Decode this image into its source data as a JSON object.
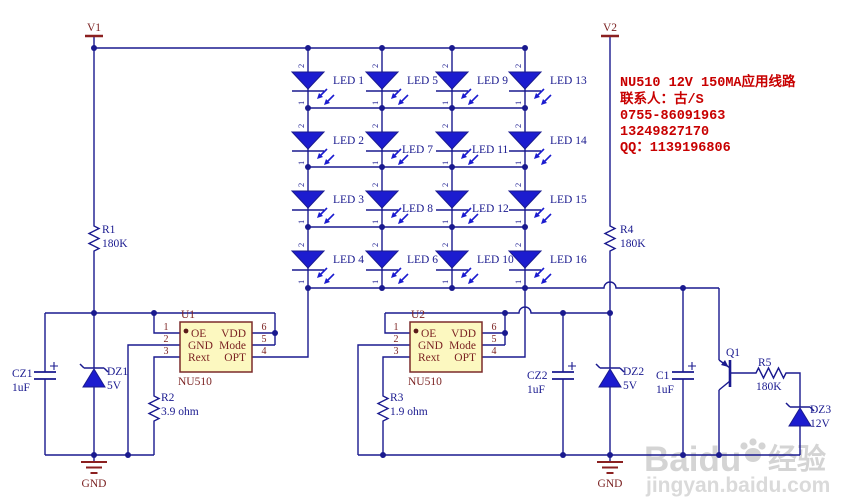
{
  "title_block": {
    "lines": [
      "NU510 12V 150MA应用线路",
      "联系人：古/S",
      "0755-86091963",
      "13249827170",
      "QQ：1139196806"
    ]
  },
  "power": {
    "v1": "V1",
    "v2": "V2"
  },
  "grounds": [
    "GND",
    "GND"
  ],
  "chips": [
    {
      "ref": "U1",
      "part": "NU510",
      "left_pins": [
        {
          "num": "1",
          "name": "OE"
        },
        {
          "num": "2",
          "name": "GND"
        },
        {
          "num": "3",
          "name": "Rext"
        }
      ],
      "right_pins": [
        {
          "num": "6",
          "name": "VDD"
        },
        {
          "num": "5",
          "name": "Mode"
        },
        {
          "num": "4",
          "name": "OPT"
        }
      ]
    },
    {
      "ref": "U2",
      "part": "NU510",
      "left_pins": [
        {
          "num": "1",
          "name": "OE"
        },
        {
          "num": "2",
          "name": "GND"
        },
        {
          "num": "3",
          "name": "Rext"
        }
      ],
      "right_pins": [
        {
          "num": "6",
          "name": "VDD"
        },
        {
          "num": "5",
          "name": "Mode"
        },
        {
          "num": "4",
          "name": "OPT"
        }
      ]
    }
  ],
  "leds": {
    "pin_top": "2",
    "pin_bottom": "1",
    "rows": [
      [
        "LED 1",
        "LED 5",
        "LED 9",
        "LED 13"
      ],
      [
        "LED 2",
        "LED 7",
        "LED 11",
        "LED 14"
      ],
      [
        "LED 3",
        "LED 8",
        "LED 12",
        "LED 15"
      ],
      [
        "LED 4",
        "LED 6",
        "LED 10",
        "LED 16"
      ]
    ]
  },
  "resistors": [
    {
      "ref": "R1",
      "value": "180K"
    },
    {
      "ref": "R2",
      "value": "3.9 ohm"
    },
    {
      "ref": "R3",
      "value": "1.9 ohm"
    },
    {
      "ref": "R4",
      "value": "180K"
    },
    {
      "ref": "R5",
      "value": "180K"
    }
  ],
  "capacitors": [
    {
      "ref": "CZ1",
      "value": "1uF"
    },
    {
      "ref": "CZ2",
      "value": "1uF"
    },
    {
      "ref": "C1",
      "value": "1uF"
    }
  ],
  "zeners": [
    {
      "ref": "DZ1",
      "value": "5V"
    },
    {
      "ref": "DZ2",
      "value": "5V"
    },
    {
      "ref": "DZ3",
      "value": "12V"
    }
  ],
  "transistor": {
    "ref": "Q1"
  },
  "watermark": {
    "brand": "Baidu",
    "brand_cn": "经验",
    "url": "jingyan.baidu.com"
  },
  "colors": {
    "wire": "#1a1a8f",
    "led_fill": "#1c1ccf",
    "chip_fill": "#fcf8c0",
    "chip_border": "#7b2b2b",
    "maroon_text": "#7b2222",
    "symbol_maroon": "#8b2020",
    "title_red": "#c80000",
    "watermark_gray": "#d4d4d4"
  }
}
